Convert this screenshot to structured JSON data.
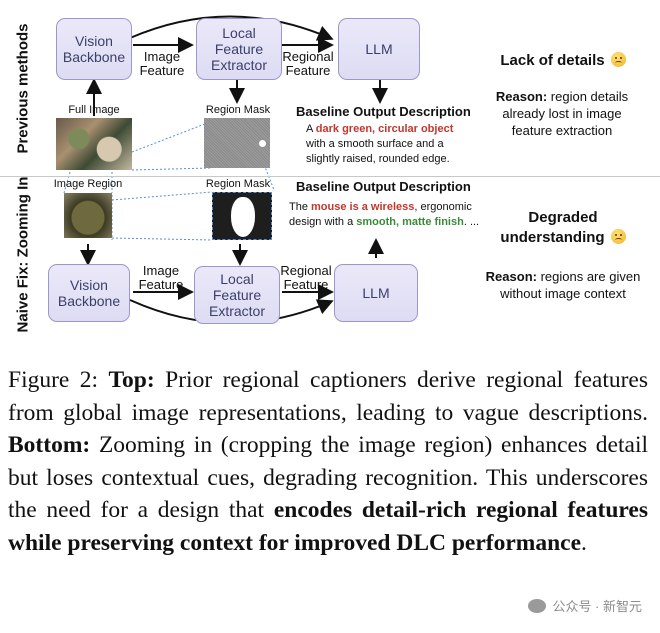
{
  "top": {
    "side_label": "Previous methods",
    "vision_backbone": "Vision Backbone",
    "local_feature_extractor": "Local Feature Extractor",
    "llm": "LLM",
    "image_feature_label": "Image Feature",
    "regional_feature_label": "Regional Feature",
    "full_image_label": "Full Image",
    "region_mask_label": "Region Mask",
    "output_title": "Baseline Output Description",
    "output_pre": "A ",
    "output_highlight": "dark green, circular object",
    "output_post": " with a smooth surface and a slightly raised, rounded edge.",
    "issue_title": "Lack of details",
    "reason_label": "Reason:",
    "reason_text": " region details already lost in image feature extraction"
  },
  "bottom": {
    "side_label": "Naive Fix: Zooming In",
    "vision_backbone": "Vision Backbone",
    "local_feature_extractor": "Local Feature Extractor",
    "llm": "LLM",
    "image_feature_label": "Image Feature",
    "regional_feature_label": "Regional Feature",
    "image_region_label": "Image Region",
    "region_mask_label": "Region Mask",
    "output_title": "Baseline Output Description",
    "output_pre": "The ",
    "output_red": "mouse is a wireless",
    "output_mid": ", ergonomic design with a ",
    "output_green": "smooth, matte finish",
    "output_post": ". ...",
    "issue_title": "Degraded understanding",
    "reason_label": "Reason:",
    "reason_text": " regions are given without image context"
  },
  "caption": {
    "fig_label": "Figure 2: ",
    "top_label": "Top:",
    "text1": " Prior regional captioners derive regional features from global image representations, leading to vague descriptions. ",
    "bottom_label": "Bottom:",
    "text2": " Zooming in (cropping the image region) enhances detail but loses contextual cues, degrading recognition. This underscores the need for a design that ",
    "bold_end": "encodes detail-rich regional features while preserving context for improved DLC performance",
    "period": "."
  },
  "watermark": "公众号 · 新智元"
}
